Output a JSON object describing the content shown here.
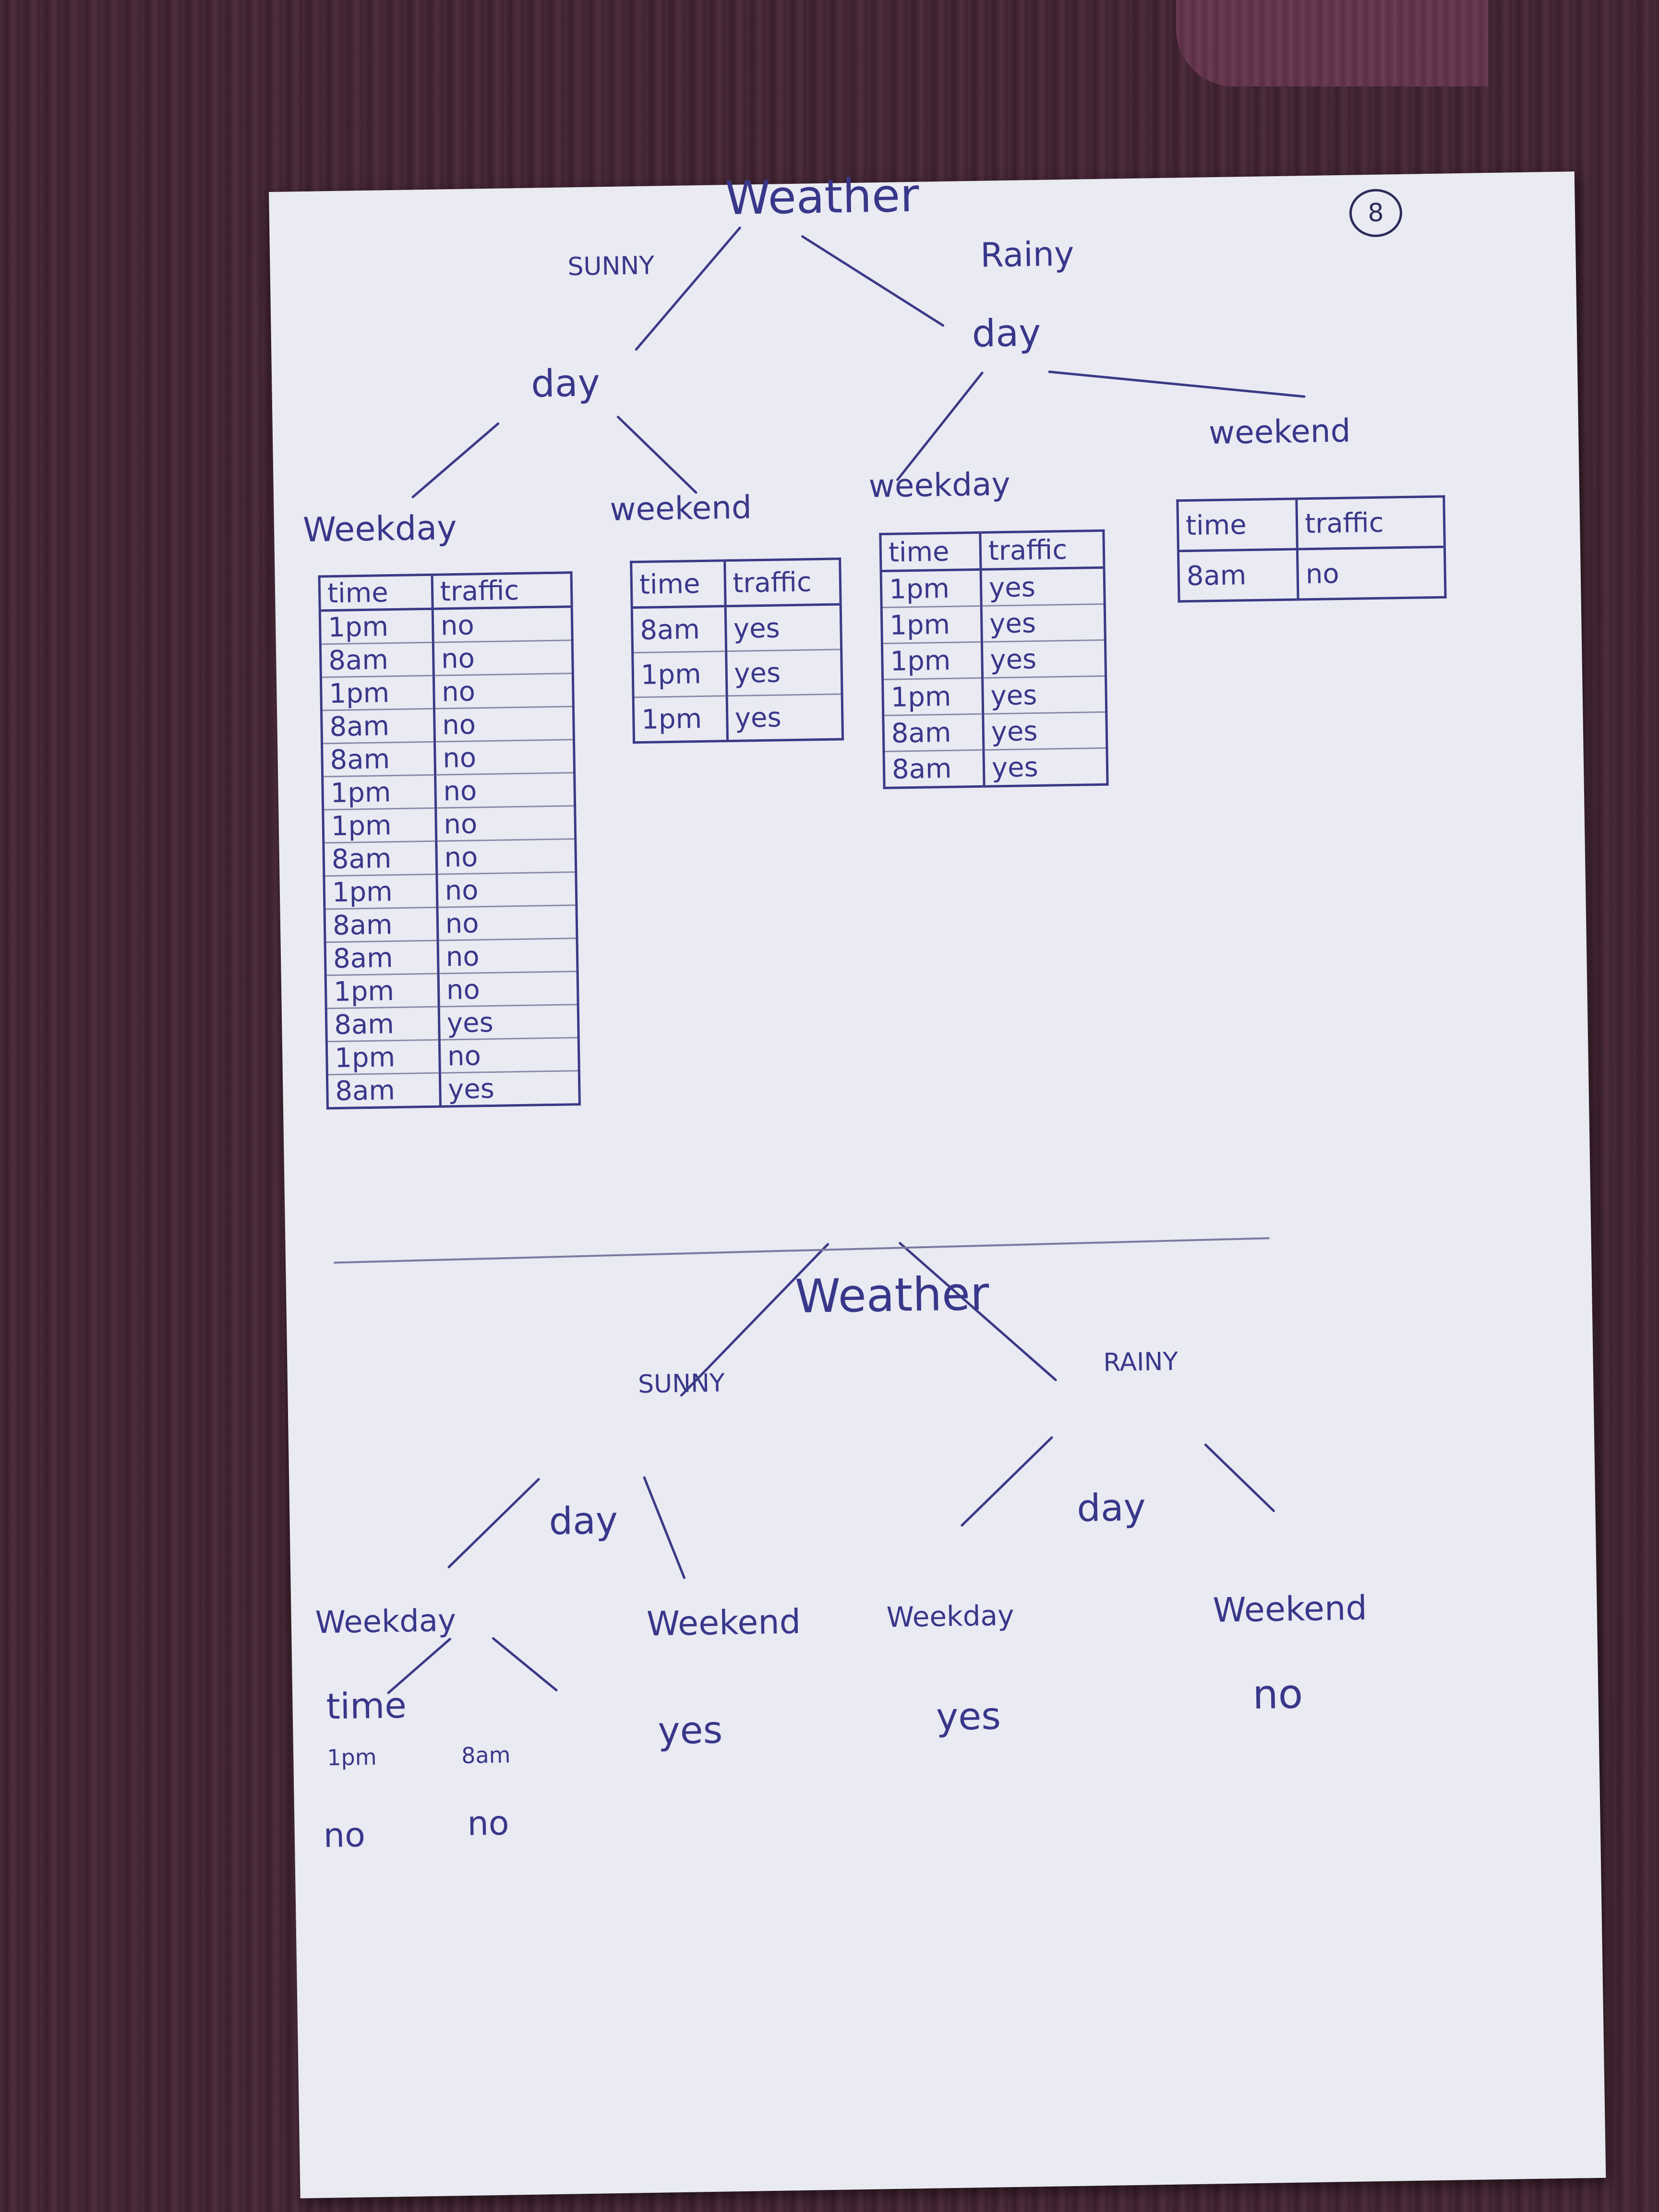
{
  "page_number": "8",
  "tree1": {
    "root": "Weather",
    "edge_sunny": "SUNNY",
    "edge_rainy": "Rainy",
    "sunny_node": "day",
    "rainy_node": "day",
    "sunny_weekday": "Weekday",
    "sunny_weekend": "weekend",
    "rainy_weekday": "weekday",
    "rainy_weekend": "weekend",
    "headers": [
      "time",
      "traffic"
    ],
    "table_sunny_weekday": [
      [
        "1pm",
        "no"
      ],
      [
        "8am",
        "no"
      ],
      [
        "1pm",
        "no"
      ],
      [
        "8am",
        "no"
      ],
      [
        "8am",
        "no"
      ],
      [
        "1pm",
        "no"
      ],
      [
        "1pm",
        "no"
      ],
      [
        "8am",
        "no"
      ],
      [
        "1pm",
        "no"
      ],
      [
        "8am",
        "no"
      ],
      [
        "8am",
        "no"
      ],
      [
        "1pm",
        "no"
      ],
      [
        "8am",
        "yes"
      ],
      [
        "1pm",
        "no"
      ],
      [
        "8am",
        "yes"
      ]
    ],
    "table_sunny_weekend": [
      [
        "8am",
        "yes"
      ],
      [
        "1pm",
        "yes"
      ],
      [
        "1pm",
        "yes"
      ]
    ],
    "table_rainy_weekday": [
      [
        "1pm",
        "yes"
      ],
      [
        "1pm",
        "yes"
      ],
      [
        "1pm",
        "yes"
      ],
      [
        "1pm",
        "yes"
      ],
      [
        "8am",
        "yes"
      ],
      [
        "8am",
        "yes"
      ]
    ],
    "table_rainy_weekend": [
      [
        "8am",
        "no"
      ]
    ]
  },
  "tree2": {
    "root": "Weather",
    "edge_sunny": "SUNNY",
    "edge_rainy": "RAINY",
    "sunny_node": "day",
    "rainy_node": "day",
    "sunny_weekday": "Weekday",
    "sunny_weekend": "Weekend",
    "rainy_weekday": "Weekday",
    "rainy_weekend": "Weekend",
    "time_node": "time",
    "edge_1pm": "1pm",
    "edge_8am": "8am",
    "leaf_1pm": "no",
    "leaf_8am": "no",
    "leaf_sunny_weekend": "yes",
    "leaf_rainy_weekday": "yes",
    "leaf_rainy_weekend": "no"
  },
  "colors": {
    "ink": "#39378a",
    "paper": "#e9eaf2",
    "fabric": "#4a2a38"
  }
}
